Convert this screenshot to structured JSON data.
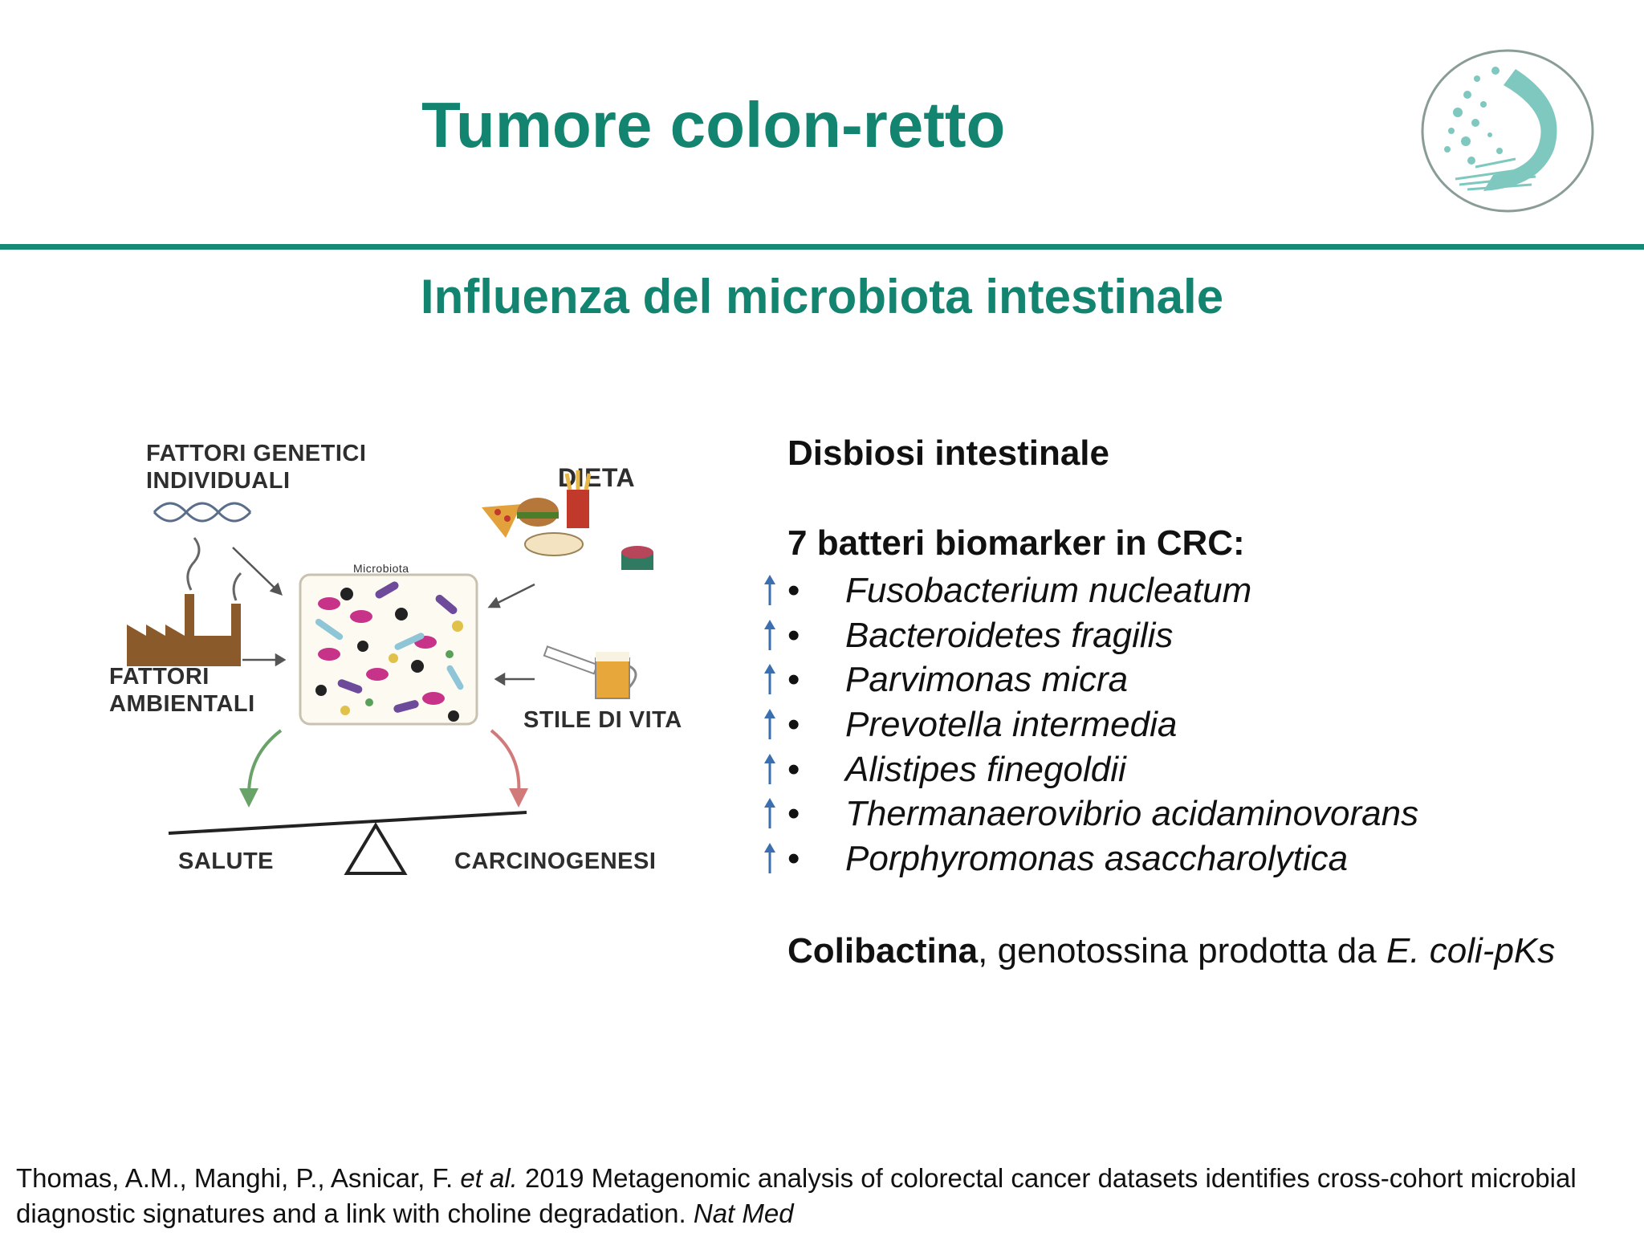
{
  "header": {
    "title": "Tumore colon-retto",
    "subtitle": "Influenza del microbiota intestinale"
  },
  "diagram": {
    "labels": {
      "genetic": "FATTORI GENETICI\nINDIVIDUALI",
      "diet": "DIETA",
      "environmental": "FATTORI\nAMBIENTALI",
      "lifestyle": "STILE DI VITA",
      "microbiota": "Microbiota",
      "health": "SALUTE",
      "carcinogenesis": "CARCINOGENESI"
    },
    "colors": {
      "health_arrow": "#6aa36a",
      "carcino_arrow": "#d27a7a",
      "factory": "#8a5a2b"
    }
  },
  "content": {
    "heading": "Disbiosi intestinale",
    "biomarker_heading": "7 batteri biomarker in CRC:",
    "bullet_symbol": "•",
    "bacteria": [
      {
        "name": "Fusobacterium nucleatum",
        "trend": "up-arrow-icon"
      },
      {
        "name": "Bacteroidetes fragilis",
        "trend": "up-arrow-icon"
      },
      {
        "name": "Parvimonas micra",
        "trend": "up-arrow-icon"
      },
      {
        "name": "Prevotella intermedia",
        "trend": "up-arrow-icon"
      },
      {
        "name": "Alistipes finegoldii",
        "trend": "up-arrow-icon"
      },
      {
        "name": "Thermanaerovibrio acidaminovorans",
        "trend": "up-arrow-icon"
      },
      {
        "name": "Porphyromonas asaccharolytica",
        "trend": "up-arrow-icon"
      }
    ],
    "colibactina": {
      "bold": "Colibactina",
      "text": ", genotossina prodotta da ",
      "italic": "E. coli-pKs"
    },
    "arrow_color": "#3b6fb0"
  },
  "reference": {
    "authors": "Thomas, A.M., Manghi, P., Asnicar, F. ",
    "etal": "et al.",
    "text": " 2019 Metagenomic analysis of colorectal cancer datasets identifies cross-cohort microbial diagnostic signatures and a link with choline degradation. ",
    "journal": "Nat Med"
  },
  "theme": {
    "accent": "#12846f",
    "rule": "#178a75",
    "logo": "#7fc8bf"
  }
}
